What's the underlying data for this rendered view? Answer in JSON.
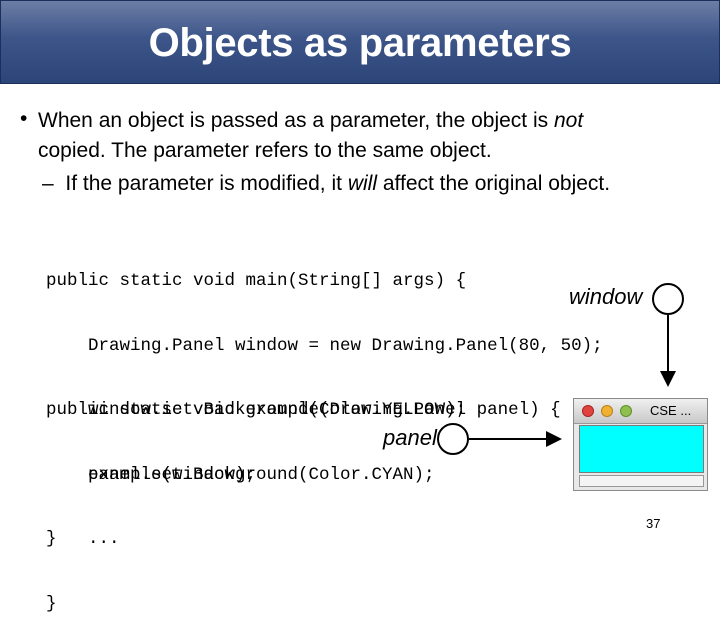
{
  "title": "Objects as parameters",
  "bullet": {
    "line1_prefix": "When an object is passed as a parameter, the object is",
    "line1_em": "not",
    "line2": "copied.  The parameter refers to the same object.",
    "sub_prefix": "If the parameter is modified, it",
    "sub_em": "will",
    "sub_suffix": "affect the original object."
  },
  "code_main": [
    "public static void main(String[] args) {",
    "    Drawing.Panel window = new Drawing.Panel(80, 50);",
    "    window.set.Background(Color.YELLOW);",
    "    example(window);",
    "}"
  ],
  "code_example": [
    "public static void example(Drawing.Panel panel) {",
    "    panel.set.Background(Color.CYAN);",
    "    ...",
    "}"
  ],
  "labels": {
    "window": "window",
    "panel": "panel"
  },
  "window_preview": {
    "title": "CSE ...",
    "fill_color": "#00ffff"
  },
  "slide_number": "37"
}
